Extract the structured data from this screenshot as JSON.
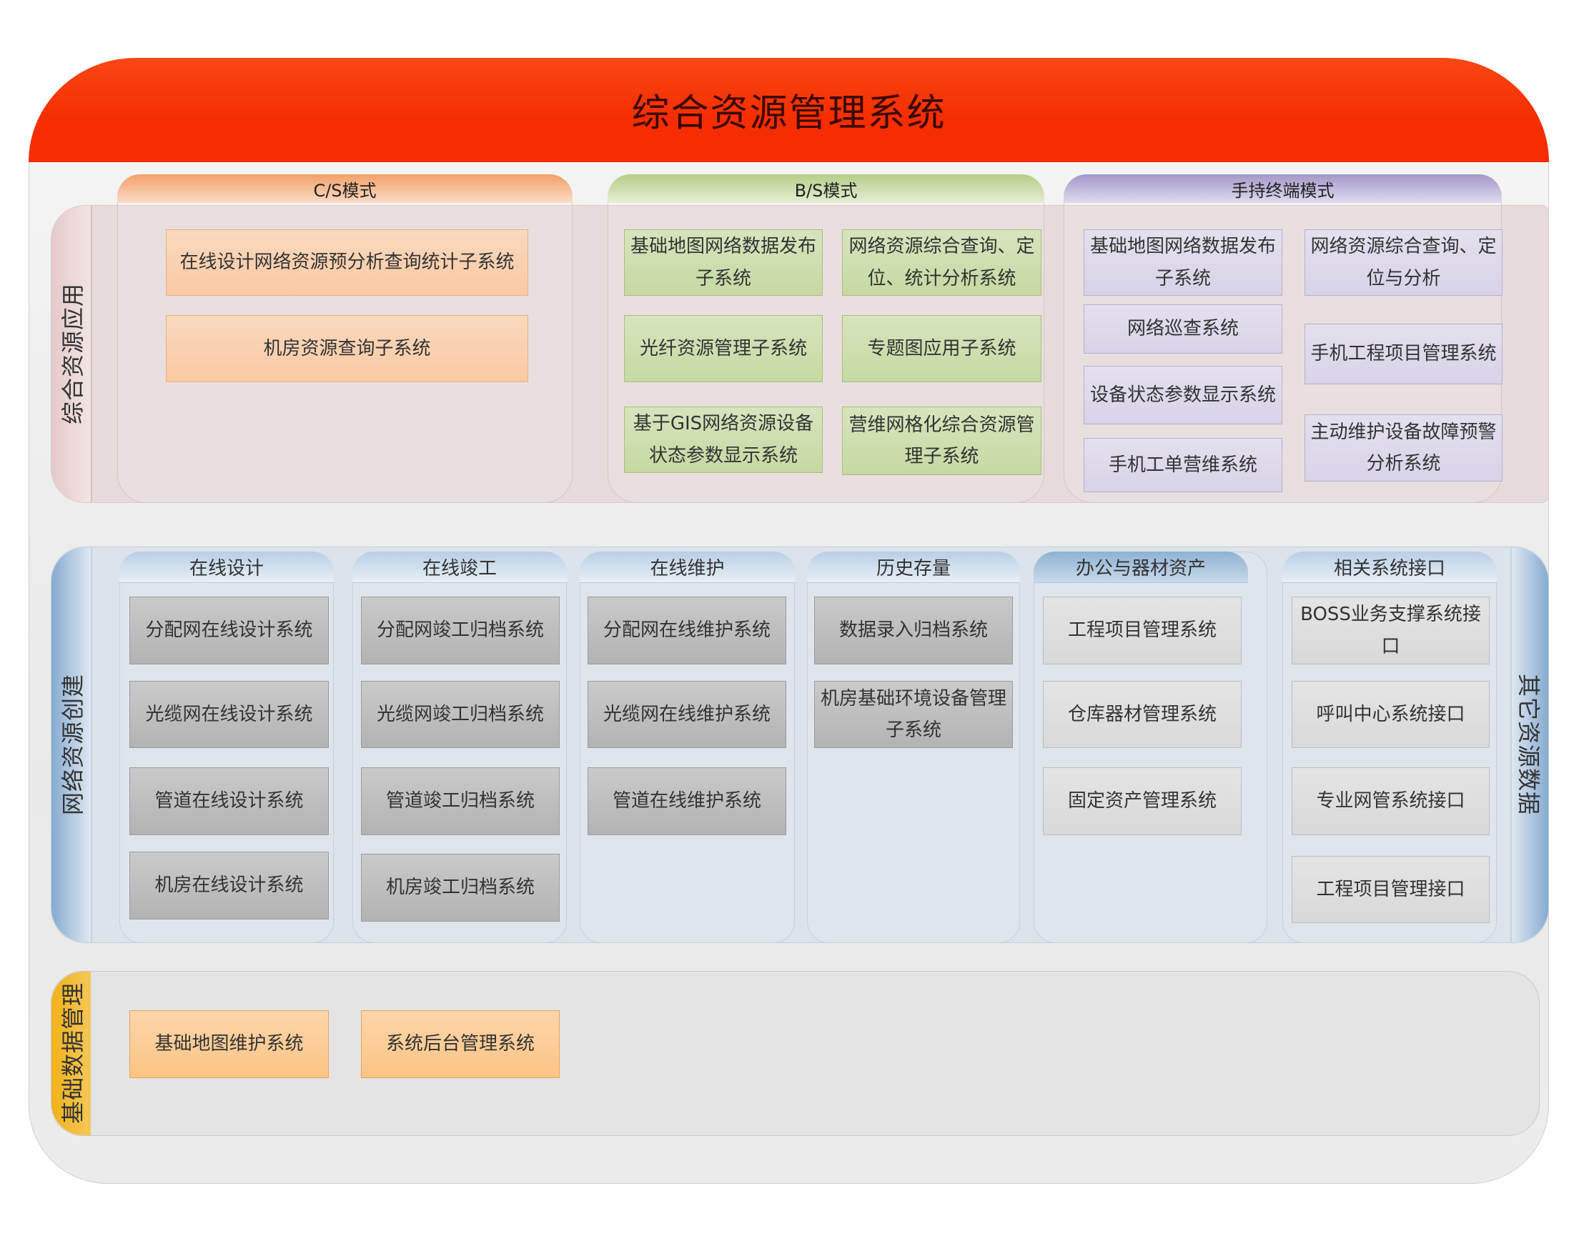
{
  "title": "综合资源管理系统",
  "application": {
    "label": "综合资源应用",
    "groups": [
      {
        "label": "C/S模式",
        "items": [
          "在线设计网络资源预分析查询统计子系统",
          "机房资源查询子系统"
        ]
      },
      {
        "label": "B/S模式",
        "items": [
          "基础地图网络数据发布子系统",
          "网络资源综合查询、定位、统计分析系统",
          "光纤资源管理子系统",
          "专题图应用子系统",
          "基于GIS网络资源设备状态参数显示系统",
          "营维网格化综合资源管理子系统"
        ]
      },
      {
        "label": "手持终端模式",
        "items": [
          "基础地图网络数据发布子系统",
          "网络资源综合查询、定位与分析",
          "网络巡查系统",
          "手机工程项目管理系统",
          "设备状态参数显示系统",
          "主动维护设备故障预警分析系统",
          "手机工单营维系统"
        ]
      }
    ]
  },
  "creation": {
    "label": "网络资源创建",
    "side_label": "其它资源数据",
    "groups": [
      {
        "label": "在线设计",
        "items": [
          "分配网在线设计系统",
          "光缆网在线设计系统",
          "管道在线设计系统",
          "机房在线设计系统"
        ]
      },
      {
        "label": "在线竣工",
        "items": [
          "分配网竣工归档系统",
          "光缆网竣工归档系统",
          "管道竣工归档系统",
          "机房竣工归档系统"
        ]
      },
      {
        "label": "在线维护",
        "items": [
          "分配网在线维护系统",
          "光缆网在线维护系统",
          "管道在线维护系统"
        ]
      },
      {
        "label": "历史存量",
        "items": [
          "数据录入归档系统",
          "机房基础环境设备管理子系统"
        ]
      },
      {
        "label": "办公与器材资产",
        "items": [
          "工程项目管理系统",
          "仓库器材管理系统",
          "固定资产管理系统"
        ]
      },
      {
        "label": "相关系统接口",
        "items": [
          "BOSS业务支撑系统接口",
          "呼叫中心系统接口",
          "专业网管系统接口",
          "工程项目管理接口"
        ]
      }
    ]
  },
  "basic": {
    "label": "基础数据管理",
    "items": [
      "基础地图维护系统",
      "系统后台管理系统"
    ]
  },
  "colors": {
    "header": "#f52d00",
    "title": "#3b0800",
    "cs_item": "#f9c9a3",
    "bs_item": "#c6d9a2",
    "handheld_item": "#d8d3e8",
    "creation_item": "#b3b3b3",
    "interface_item": "#d9d9d9",
    "basic_item": "#fcc485",
    "basic_strip": "#f0aa00"
  }
}
